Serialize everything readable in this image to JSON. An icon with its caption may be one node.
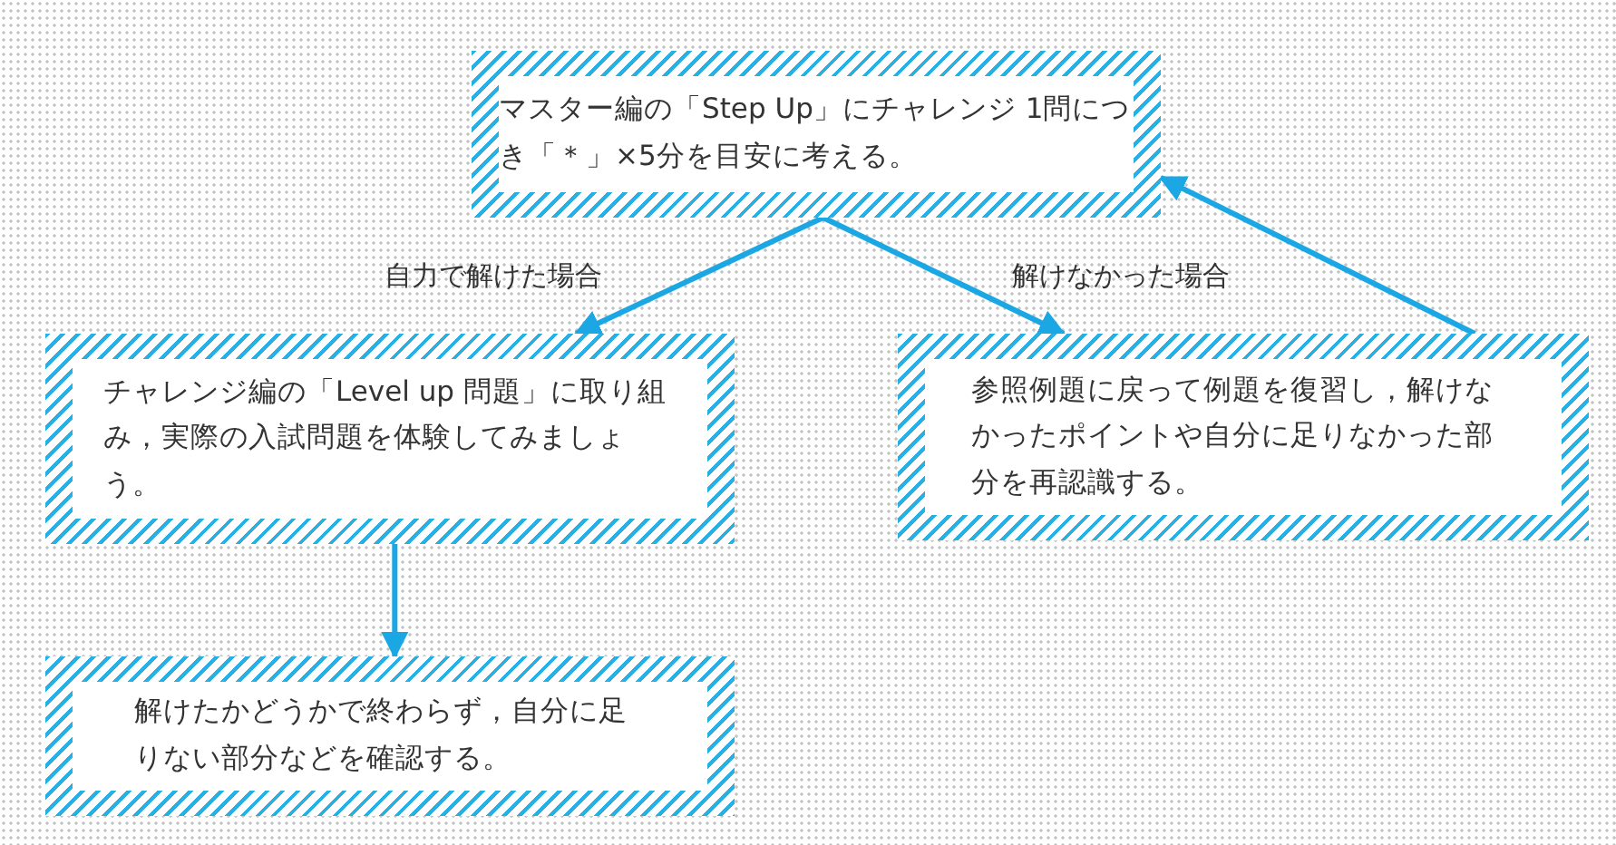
{
  "diagram": {
    "nodes": [
      {
        "text": [
          "マスター編の「Step Up」にチャレンジ 1問につき「＊」×5分を目安に考える。"
        ]
      },
      {
        "text": [
          "チャレンジ編の「Level up 問題」に取り組み，実際の入試問題を体験してみましょう。"
        ]
      },
      {
        "text": [
          "参照例題に戻って例題を復習し，解けなかったポイントや自分に足りなかった部分を再認識する。"
        ]
      },
      {
        "text": [
          "解けたかどうかで終わらず，自分に足りない部分などを確認する。"
        ]
      }
    ],
    "edges": [
      {
        "from": 0,
        "to": 1,
        "arrow": "to",
        "label": "自力で解けた場合"
      },
      {
        "from": 0,
        "to": 2,
        "arrow": "to",
        "label": "解けなかった場合"
      },
      {
        "from": 2,
        "to": 0,
        "arrow": "to"
      },
      {
        "from": 1,
        "to": 3,
        "arrow": "to"
      }
    ]
  }
}
